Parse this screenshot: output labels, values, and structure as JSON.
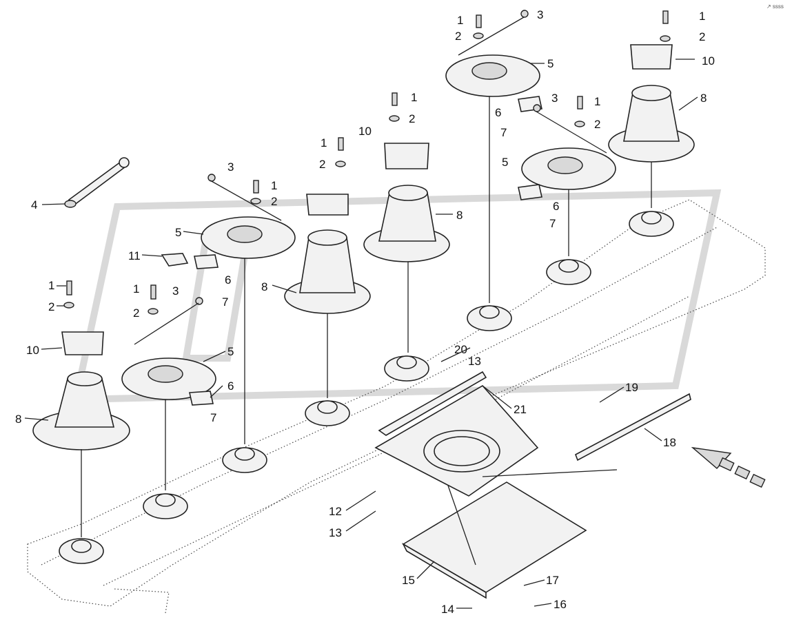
{
  "labels": {
    "l1a": "1",
    "l1b": "1",
    "l1c": "1",
    "l1d": "1",
    "l1e": "1",
    "l1f": "1",
    "l2a": "2",
    "l2b": "2",
    "l2c": "2",
    "l2d": "2",
    "l2e": "2",
    "l2f": "2",
    "l2g": "2",
    "l3a": "3",
    "l3b": "3",
    "l3c": "3",
    "l3d": "3",
    "l4": "4",
    "l5a": "5",
    "l5b": "5",
    "l5c": "5",
    "l5d": "5",
    "l6a": "6",
    "l6b": "6",
    "l6c": "6",
    "l6d": "6",
    "l7a": "7",
    "l7b": "7",
    "l7c": "7",
    "l7d": "7",
    "l8a": "8",
    "l8b": "8",
    "l8c": "8",
    "l8d": "8",
    "l10a": "10",
    "l10b": "10",
    "l10c": "10",
    "l11": "11",
    "l12": "12",
    "l13a": "13",
    "l13b": "13",
    "l14": "14",
    "l15": "15",
    "l16": "16",
    "l17": "17",
    "l18": "18",
    "l19": "19",
    "l20": "20",
    "l21": "21"
  },
  "corner_mark": "↗ ssss",
  "colors": {
    "line": "#222222",
    "fill": "#f2f2f2",
    "watermark": "#d9d9d9"
  }
}
